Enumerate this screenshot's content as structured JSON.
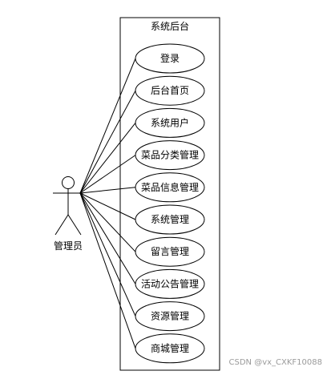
{
  "system": {
    "title": "系统后台"
  },
  "actor": {
    "label": "管理员"
  },
  "use_cases": [
    {
      "label": "登录"
    },
    {
      "label": "后台首页"
    },
    {
      "label": "系统用户"
    },
    {
      "label": "菜品分类管理"
    },
    {
      "label": "菜品信息管理"
    },
    {
      "label": "系统管理"
    },
    {
      "label": "留言管理"
    },
    {
      "label": "活动公告管理"
    },
    {
      "label": "资源管理"
    },
    {
      "label": "商城管理"
    }
  ],
  "watermark": {
    "text": "CSDN @vx_CXKF10088"
  },
  "colors": {
    "line": "#000000",
    "background": "#ffffff",
    "watermark": "#9a9a9a"
  }
}
